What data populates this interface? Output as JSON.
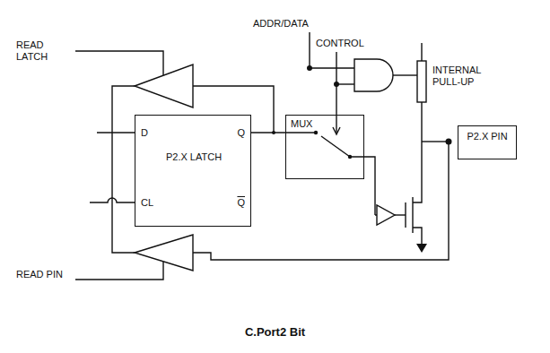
{
  "diagram": {
    "caption": "C.Port2 Bit",
    "nodes": [
      {
        "text": [
          "D",
          "P2.X LATCH",
          "CL",
          "Q",
          "Q"
        ]
      },
      {
        "text": [
          "MUX"
        ]
      },
      {
        "text": [
          "P2.X PIN"
        ]
      }
    ],
    "edges": [
      {
        "from": 0,
        "to": 1,
        "arrow": "none"
      }
    ],
    "labels": [
      "READ LATCH",
      "ADDR/DATA",
      "CONTROL",
      "INTERNAL PULL-UP",
      "READ PIN"
    ]
  }
}
